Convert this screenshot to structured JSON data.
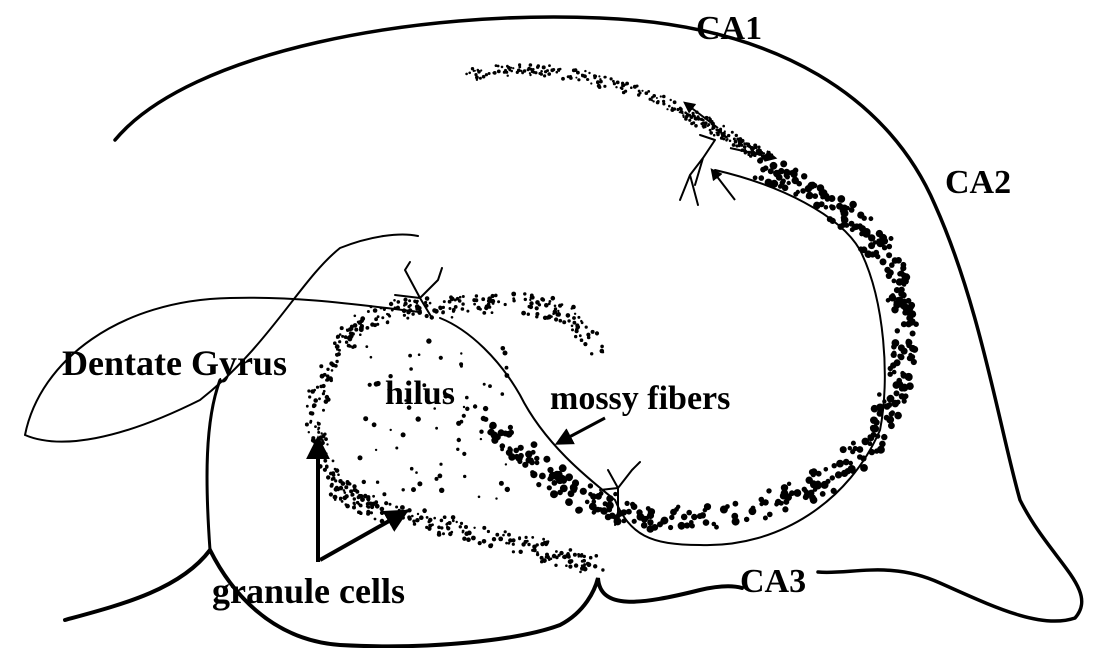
{
  "labels": {
    "ca1": "CA1",
    "ca2": "CA2",
    "ca3": "CA3",
    "dentate_gyrus": "Dentate Gyrus",
    "hilus": "hilus",
    "mossy_fibers": "mossy fibers",
    "granule_cells": "granule cells"
  },
  "colors": {
    "ink": "#000000",
    "background": "#ffffff"
  }
}
